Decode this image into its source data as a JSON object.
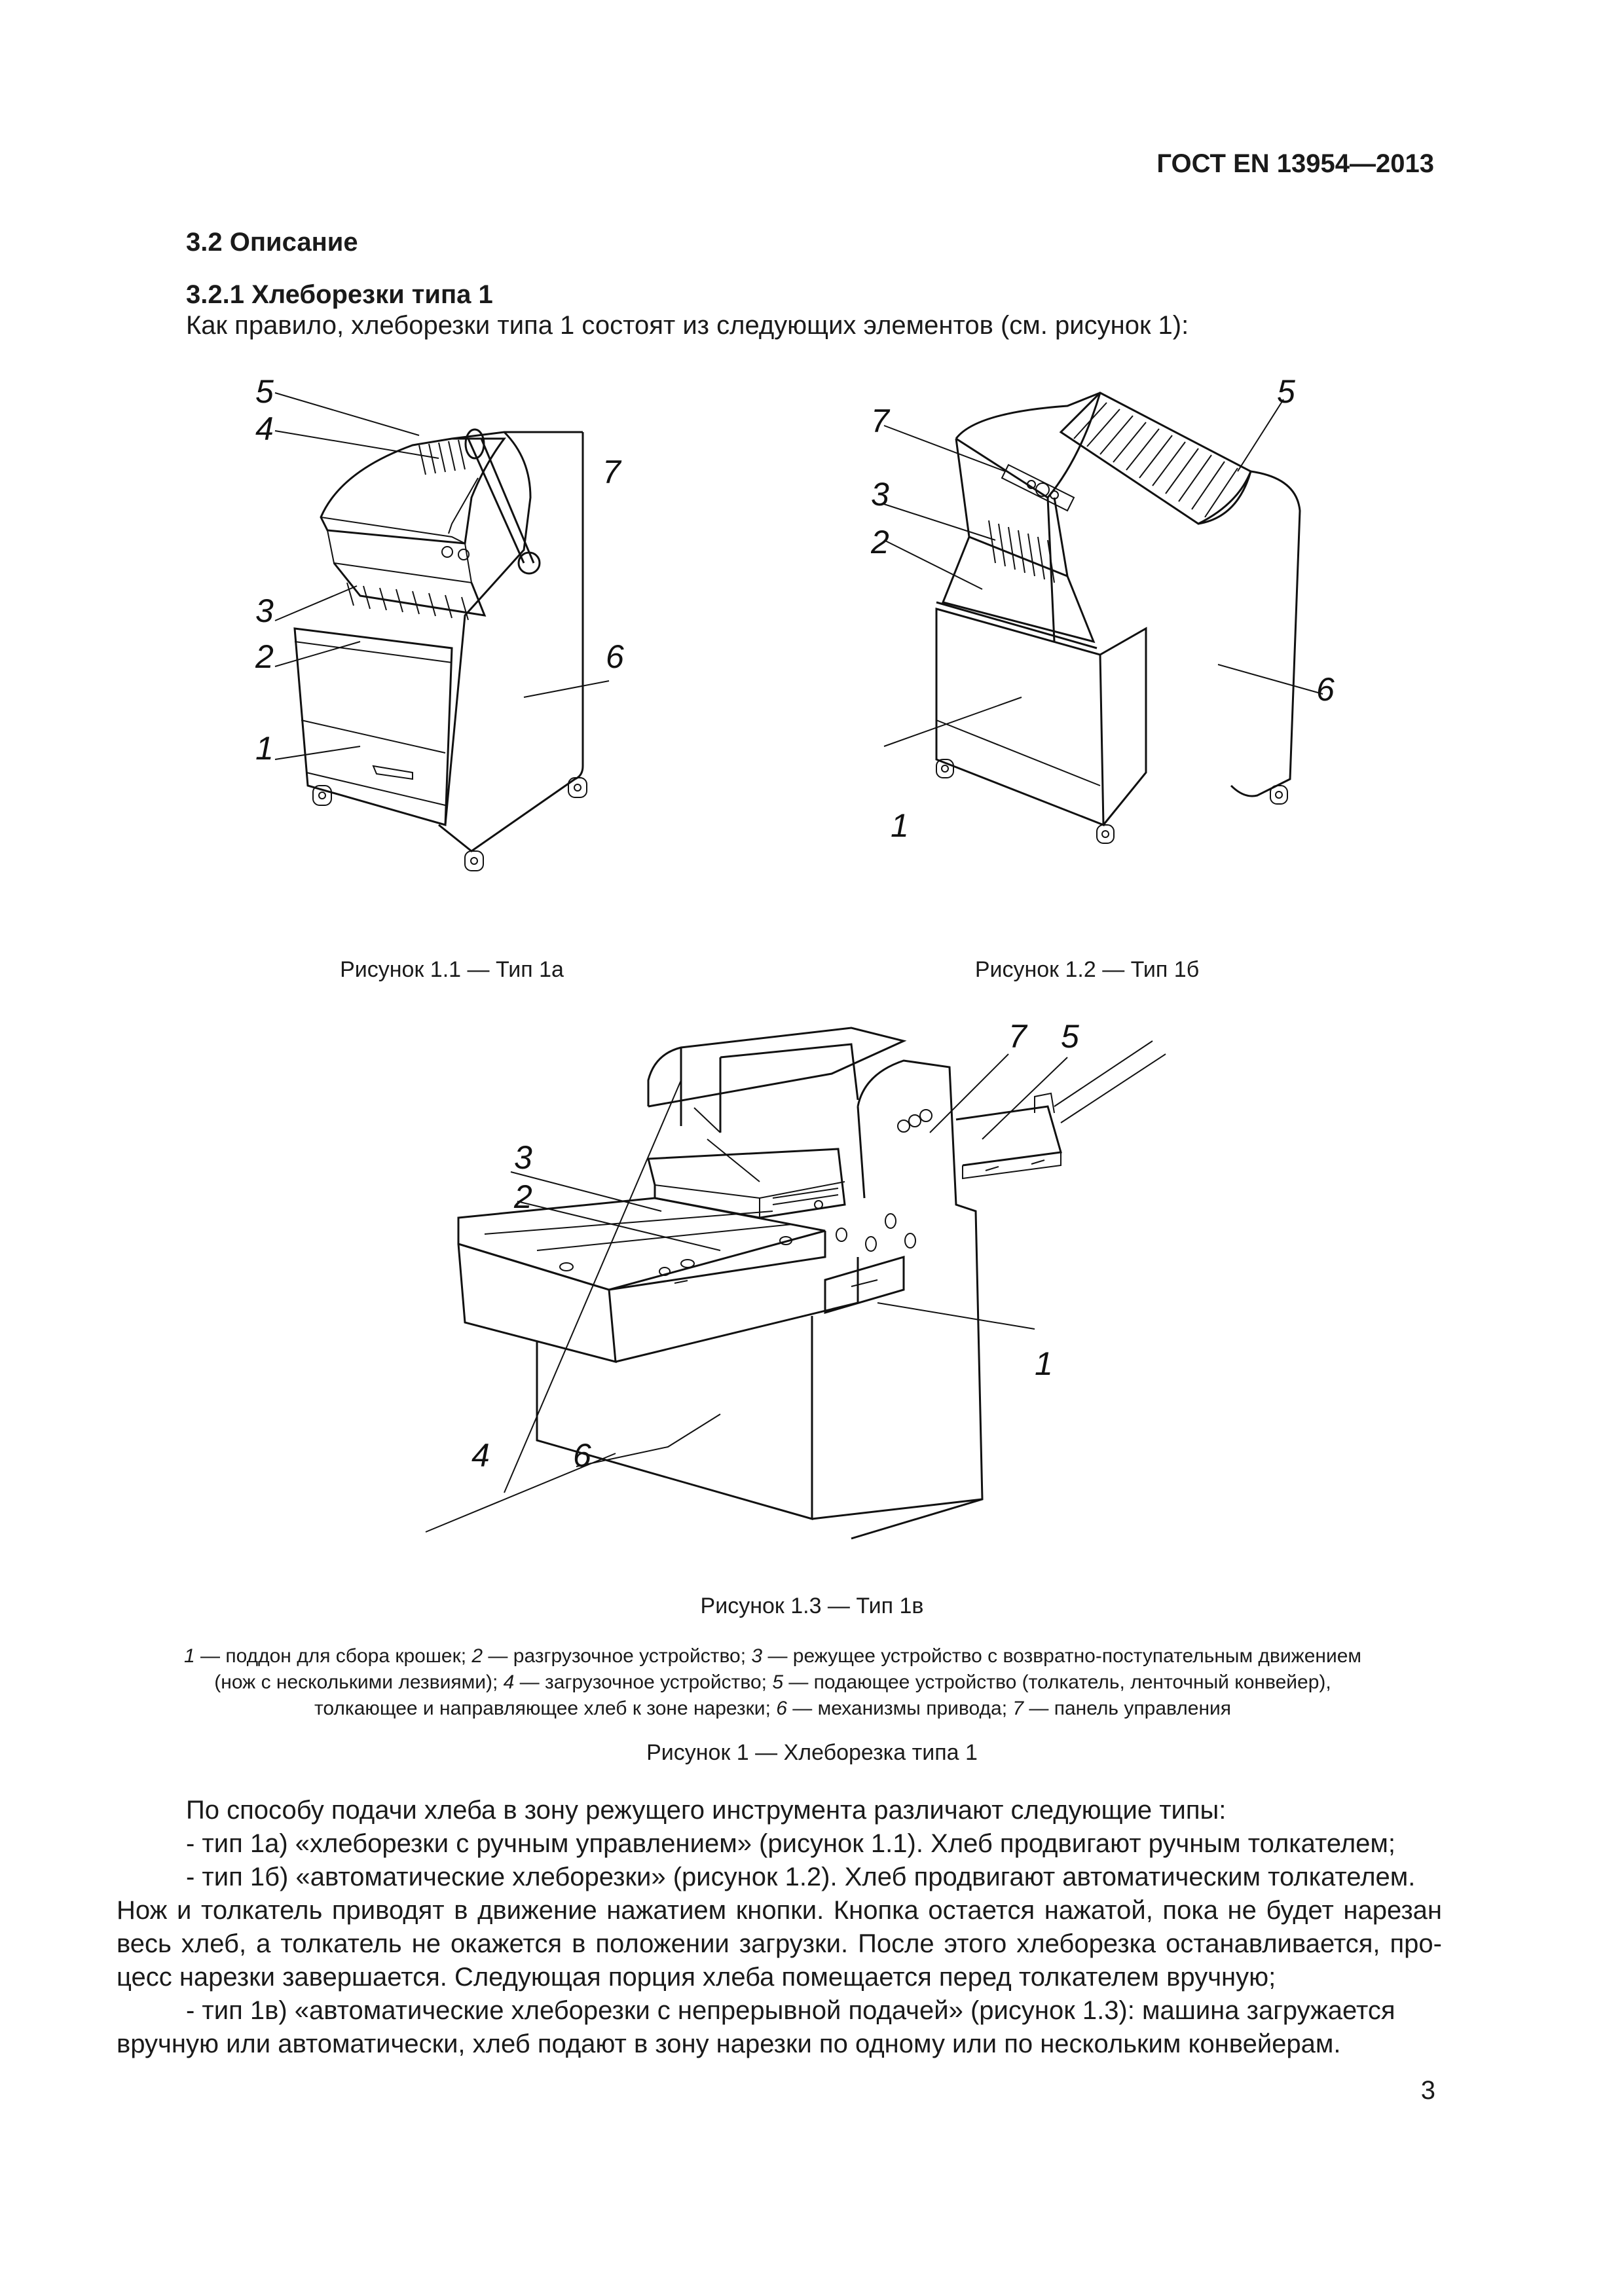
{
  "header": {
    "standard": "ГОСТ EN 13954—2013"
  },
  "section": {
    "title": "3.2 Описание"
  },
  "subsection": {
    "title": "3.2.1 Хлеборезки типа 1",
    "intro": "Как правило, хлеборезки типа 1 состоят из следующих элементов (см. рисунок 1):"
  },
  "figures": {
    "fig11": {
      "caption": "Рисунок 1.1 — Тип 1а",
      "labels": [
        "5",
        "4",
        "7",
        "3",
        "2",
        "6",
        "1"
      ]
    },
    "fig12": {
      "caption": "Рисунок 1.2 — Тип 1б",
      "labels": [
        "7",
        "5",
        "3",
        "2",
        "6",
        "1"
      ]
    },
    "fig13": {
      "caption": "Рисунок 1.3 — Тип 1в",
      "labels": [
        "7",
        "5",
        "3",
        "2",
        "1",
        "4",
        "6"
      ]
    },
    "main_caption": "Рисунок 1 — Хлеборезка типа 1"
  },
  "legend": {
    "n1": "1",
    "t1": " — поддон для сбора крошек; ",
    "n2": "2",
    "t2": " — разгрузочное устройство; ",
    "n3": "3",
    "t3": " — режущее устройство с возвратно-поступательным движением",
    "t3b": "(нож с несколькими лезвиями); ",
    "n4": "4",
    "t4": " — загрузочное устройство; ",
    "n5": "5",
    "t5": " — подающее устройство (толкатель, ленточный конвейер),",
    "t5b": "толкающее и направляющее хлеб к зоне нарезки; ",
    "n6": "6",
    "t6": " — механизмы привода; ",
    "n7": "7",
    "t7": " — панель управления"
  },
  "body": {
    "line1": "По способу подачи хлеба в зону режущего инструмента различают следующие типы:",
    "line2": "- тип 1а) «хлеборезки с ручным управлением» (рисунок 1.1). Хлеб продвигают ручным толкателем;",
    "line3": "- тип 1б) «автоматические хлеборезки» (рисунок 1.2). Хлеб продвигают автоматическим толкателем.",
    "line4": "Нож и толкатель приводят в движение нажатием кнопки. Кнопка остается нажатой, пока не будет нарезан",
    "line5": "весь хлеб, а толкатель не окажется в положении загрузки. После этого хлеборезка останавливается, про-",
    "line6": "цесс нарезки завершается. Следующая порция хлеба помещается перед толкателем вручную;",
    "line7": "- тип 1в) «автоматические хлеборезки с непрерывной подачей» (рисунок 1.3): машина загружается",
    "line8": "вручную или автоматически, хлеб подают в зону нарезки по одному или по нескольким конвейерам."
  },
  "page_number": "3"
}
